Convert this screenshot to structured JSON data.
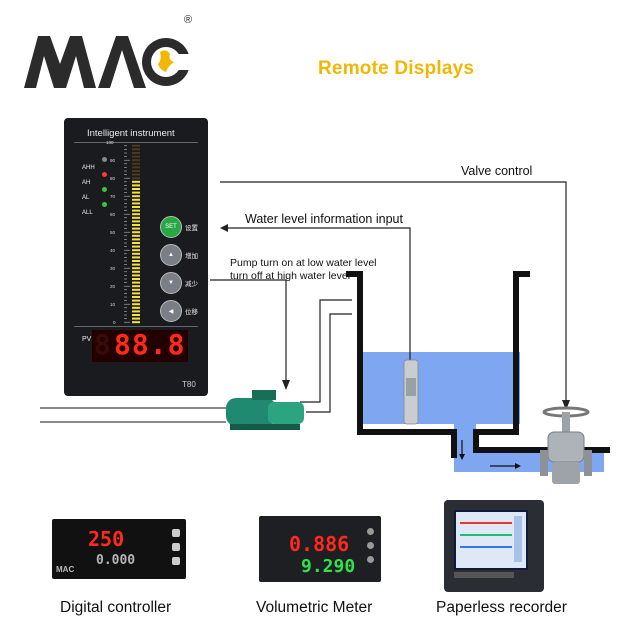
{
  "brand": {
    "logo_text": "MAC",
    "registered_mark": "®"
  },
  "title": "Remote Displays",
  "instrument": {
    "name": "Intelligent instrument",
    "scale_ticks": [
      "100",
      "90",
      "80",
      "70",
      "60",
      "50",
      "40",
      "30",
      "20",
      "10",
      "0"
    ],
    "alarms": [
      {
        "label": "AHH",
        "led_color": "#888888"
      },
      {
        "label": "AH",
        "led_color": "#ff3b30"
      },
      {
        "label": "AL",
        "led_color": "#33cc33"
      },
      {
        "label": "ALL",
        "led_color": "#33cc33"
      }
    ],
    "bar_level_percent": 80,
    "keys": [
      {
        "icon": "set-key",
        "text": "SET",
        "label": "设置"
      },
      {
        "icon": "up-arrow-icon",
        "text": "",
        "label": "增加"
      },
      {
        "icon": "down-arrow-icon",
        "text": "",
        "label": "减少"
      },
      {
        "icon": "shift-icon",
        "text": "",
        "label": "位移"
      }
    ],
    "pv_label": "PV",
    "pv_value": "88.8",
    "model": "T80"
  },
  "diagram": {
    "valve_control": "Valve control",
    "water_level_input": "Water level information input",
    "pump_note_line1": "Pump turn on at low water level",
    "pump_note_line2": "turn off at high water level",
    "water_color": "#7fa6f0"
  },
  "devices": [
    {
      "caption": "Digital controller",
      "top_value": "250",
      "bottom_value": "0.000"
    },
    {
      "caption": "Volumetric Meter",
      "top_value": "0.886",
      "bottom_value": "9.290"
    },
    {
      "caption": "Paperless recorder"
    }
  ],
  "colors": {
    "title": "#f2b705",
    "logo": "#2b2b2b",
    "led_red": "#ff2a1c",
    "led_green": "#39e34a"
  }
}
